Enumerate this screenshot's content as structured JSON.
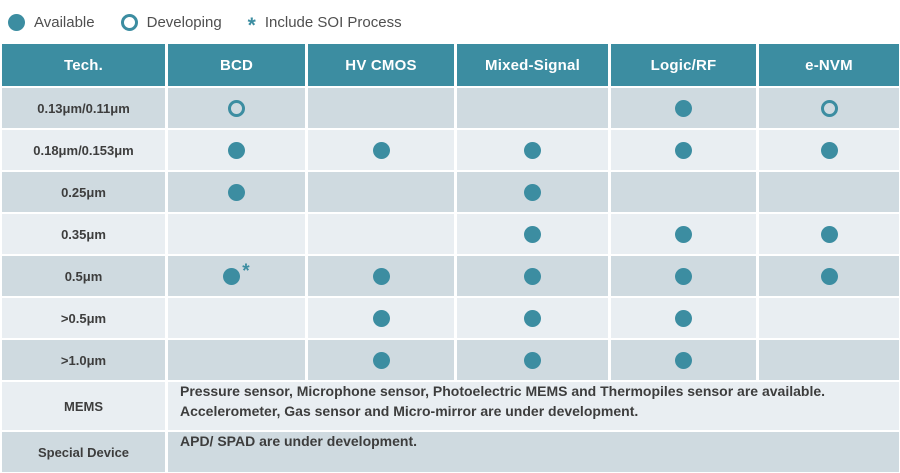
{
  "legend": {
    "available_label": "Available",
    "developing_label": "Developing",
    "soi_symbol": "*",
    "soi_label": "Include SOI Process"
  },
  "table": {
    "columns": [
      "Tech.",
      "BCD",
      "HV CMOS",
      "Mixed-Signal",
      "Logic/RF",
      "e-NVM"
    ],
    "rows": [
      {
        "tech": "0.13μm/0.11μm",
        "cells": [
          "developing",
          "",
          "",
          "available",
          "developing"
        ]
      },
      {
        "tech": "0.18μm/0.153μm",
        "cells": [
          "available",
          "available",
          "available",
          "available",
          "available"
        ]
      },
      {
        "tech": "0.25μm",
        "cells": [
          "available",
          "",
          "available",
          "",
          ""
        ]
      },
      {
        "tech": "0.35μm",
        "cells": [
          "",
          "",
          "available",
          "available",
          "available"
        ]
      },
      {
        "tech": "0.5μm",
        "cells": [
          "available*",
          "available",
          "available",
          "available",
          "available"
        ]
      },
      {
        "tech": ">0.5μm",
        "cells": [
          "",
          "available",
          "available",
          "available",
          ""
        ]
      },
      {
        "tech": ">1.0μm",
        "cells": [
          "",
          "available",
          "available",
          "available",
          ""
        ]
      }
    ],
    "text_rows": [
      {
        "label": "MEMS",
        "lines": [
          "Pressure sensor, Microphone sensor, Photoelectric MEMS and Thermopiles sensor are available.",
          "Accelerometer, Gas sensor and Micro-mirror are under development."
        ]
      },
      {
        "label": "Special Device",
        "lines": [
          "APD/ SPAD are under development."
        ]
      }
    ]
  },
  "colors": {
    "teal": "#3c8da1",
    "row_dark": "#cfdae0",
    "row_light": "#e9eef2",
    "header_text": "#ffffff",
    "body_text": "#3d3d3d",
    "legend_text": "#4f4f4f"
  }
}
